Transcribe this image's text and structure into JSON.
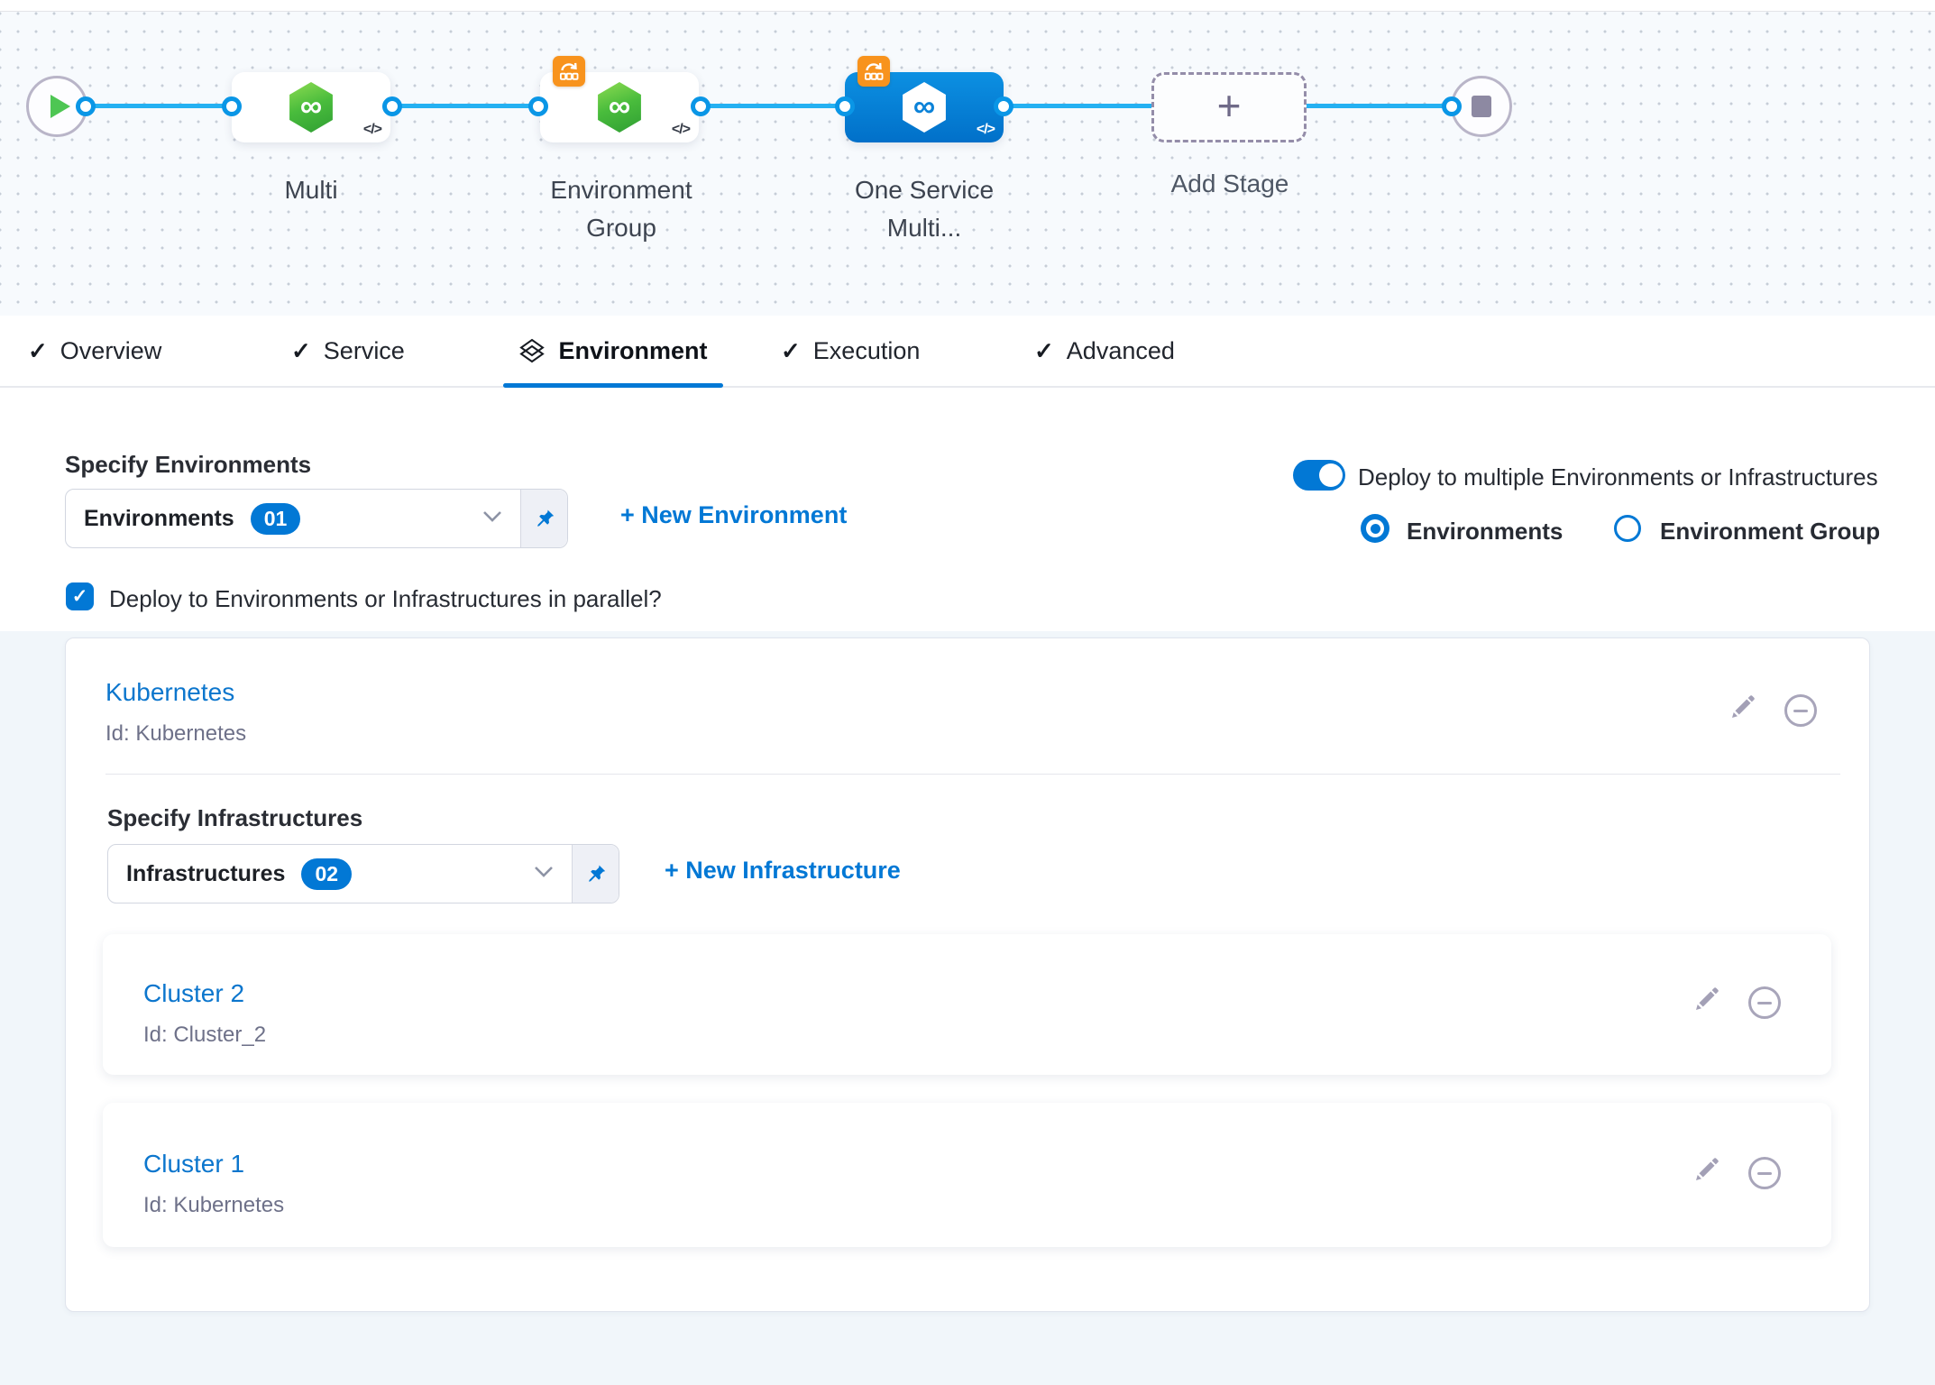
{
  "colors": {
    "accent": "#0278d5",
    "connector_blue": "#25b1f2",
    "stage_green": "#49bc3c",
    "rollback_badge_orange": "#f8931d",
    "selected_stage_blue": "#0b82d8",
    "title_link_blue": "#0c76cd",
    "canvas_background": "#f7fafd",
    "panel_background": "#f1f6fa"
  },
  "glyphs": {
    "check": "✓",
    "plus": "+",
    "code": "</>",
    "infinity": "∞"
  },
  "pipeline": {
    "start_node": "play",
    "end_node": "stop",
    "stages": [
      {
        "label": "Multi",
        "selected": false,
        "rollback_badge": false
      },
      {
        "label": "Environment Group",
        "selected": false,
        "rollback_badge": true
      },
      {
        "label": "One Service Multi...",
        "selected": true,
        "rollback_badge": true
      }
    ],
    "add_stage_label": "Add Stage"
  },
  "tabs": [
    {
      "label": "Overview",
      "icon": "check",
      "active": false
    },
    {
      "label": "Service",
      "icon": "check",
      "active": false
    },
    {
      "label": "Environment",
      "icon": "environment-layers",
      "active": true
    },
    {
      "label": "Execution",
      "icon": "check",
      "active": false
    },
    {
      "label": "Advanced",
      "icon": "check",
      "active": false
    }
  ],
  "environment_tab": {
    "specify_environments_label": "Specify Environments",
    "environments_select": {
      "value": "Environments",
      "count_badge": "01"
    },
    "new_environment_link": "+ New Environment",
    "deploy_multiple_label": "Deploy to multiple Environments or Infrastructures",
    "deploy_multiple_enabled": true,
    "radio_options": [
      {
        "label": "Environments",
        "selected": true
      },
      {
        "label": "Environment Group",
        "selected": false
      }
    ],
    "parallel_checkbox_label": "Deploy to Environments or Infrastructures in parallel?",
    "parallel_checkbox_checked": true,
    "environment_card": {
      "title": "Kubernetes",
      "id_line": "Id: Kubernetes"
    },
    "specify_infrastructures_label": "Specify Infrastructures",
    "infrastructures_select": {
      "value": "Infrastructures",
      "count_badge": "02"
    },
    "new_infrastructure_link": "+ New Infrastructure",
    "infrastructure_cards": [
      {
        "title": "Cluster 2",
        "id_line": "Id: Cluster_2"
      },
      {
        "title": "Cluster 1",
        "id_line": "Id: Kubernetes"
      }
    ]
  }
}
